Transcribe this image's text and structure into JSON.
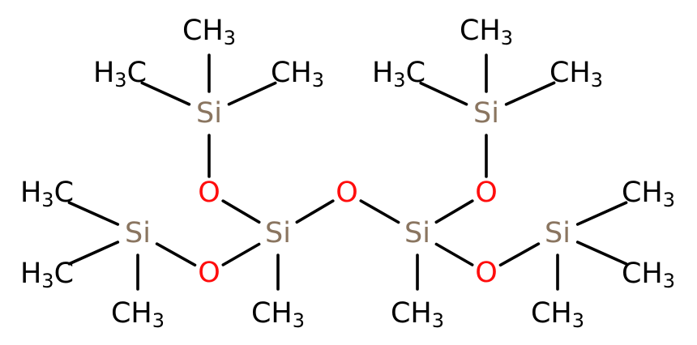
{
  "colors": {
    "Si": "#8a7560",
    "O": "#ff0d0d",
    "C": "#000000",
    "bond": "#000000",
    "background": "#ffffff"
  },
  "atoms": [
    {
      "id": "me-top-left",
      "element": "C",
      "text": "CH3"
    },
    {
      "id": "me-upper-left-l",
      "element": "C",
      "text": "H3C"
    },
    {
      "id": "me-upper-left-r",
      "element": "C",
      "text": "CH3"
    },
    {
      "id": "si-upper-left",
      "element": "Si",
      "text": "Si"
    },
    {
      "id": "o-upper-left",
      "element": "O",
      "text": "O"
    },
    {
      "id": "me-top-right",
      "element": "C",
      "text": "CH3"
    },
    {
      "id": "me-upper-right-l",
      "element": "C",
      "text": "H3C"
    },
    {
      "id": "me-upper-right-r",
      "element": "C",
      "text": "CH3"
    },
    {
      "id": "si-upper-right",
      "element": "Si",
      "text": "Si"
    },
    {
      "id": "o-upper-right",
      "element": "O",
      "text": "O"
    },
    {
      "id": "o-bridge",
      "element": "O",
      "text": "O"
    },
    {
      "id": "si-center-left",
      "element": "Si",
      "text": "Si"
    },
    {
      "id": "si-center-right",
      "element": "Si",
      "text": "Si"
    },
    {
      "id": "me-left-upper",
      "element": "C",
      "text": "H3C"
    },
    {
      "id": "me-left-lower",
      "element": "C",
      "text": "H3C"
    },
    {
      "id": "si-left",
      "element": "Si",
      "text": "Si"
    },
    {
      "id": "o-lower-left",
      "element": "O",
      "text": "O"
    },
    {
      "id": "me-left-bottom",
      "element": "C",
      "text": "CH3"
    },
    {
      "id": "me-center-left",
      "element": "C",
      "text": "CH3"
    },
    {
      "id": "me-center-right",
      "element": "C",
      "text": "CH3"
    },
    {
      "id": "o-lower-right",
      "element": "O",
      "text": "O"
    },
    {
      "id": "si-right",
      "element": "Si",
      "text": "Si"
    },
    {
      "id": "me-right-upper",
      "element": "C",
      "text": "CH3"
    },
    {
      "id": "me-right-lower",
      "element": "C",
      "text": "CH3"
    },
    {
      "id": "me-right-bottom",
      "element": "C",
      "text": "CH3"
    }
  ],
  "bonds": [
    [
      "si-upper-left",
      "me-top-left"
    ],
    [
      "si-upper-left",
      "me-upper-left-l"
    ],
    [
      "si-upper-left",
      "me-upper-left-r"
    ],
    [
      "si-upper-left",
      "o-upper-left"
    ],
    [
      "o-upper-left",
      "si-center-left"
    ],
    [
      "si-upper-right",
      "me-top-right"
    ],
    [
      "si-upper-right",
      "me-upper-right-l"
    ],
    [
      "si-upper-right",
      "me-upper-right-r"
    ],
    [
      "si-upper-right",
      "o-upper-right"
    ],
    [
      "o-upper-right",
      "si-center-right"
    ],
    [
      "si-center-left",
      "o-bridge"
    ],
    [
      "o-bridge",
      "si-center-right"
    ],
    [
      "si-left",
      "me-left-upper"
    ],
    [
      "si-left",
      "me-left-lower"
    ],
    [
      "si-left",
      "me-left-bottom"
    ],
    [
      "si-left",
      "o-lower-left"
    ],
    [
      "o-lower-left",
      "si-center-left"
    ],
    [
      "si-center-left",
      "me-center-left"
    ],
    [
      "si-center-right",
      "me-center-right"
    ],
    [
      "si-center-right",
      "o-lower-right"
    ],
    [
      "o-lower-right",
      "si-right"
    ],
    [
      "si-right",
      "me-right-upper"
    ],
    [
      "si-right",
      "me-right-lower"
    ],
    [
      "si-right",
      "me-right-bottom"
    ]
  ]
}
